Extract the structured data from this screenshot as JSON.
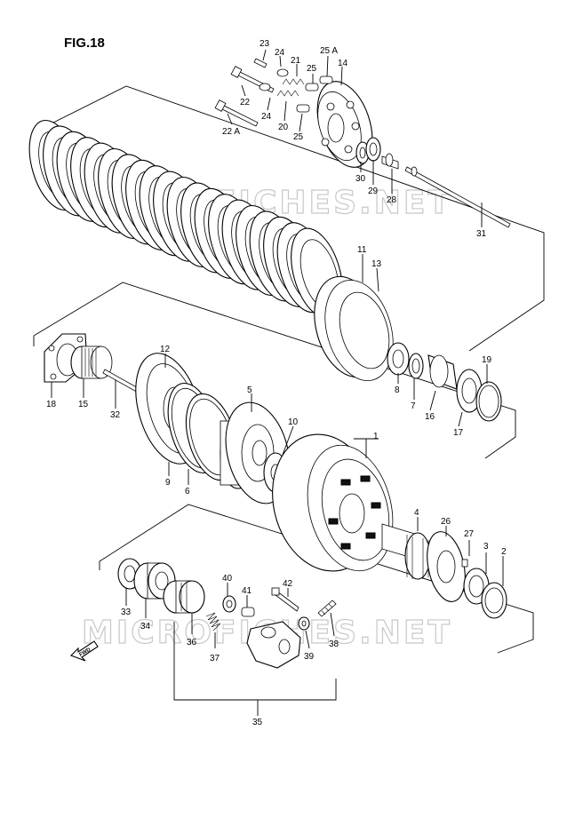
{
  "figure": {
    "title": "FIG.18"
  },
  "watermarks": [
    "MICROFICHES.NET",
    "MICROFICHES.NET"
  ],
  "direction_arrow": {
    "label": "FWD"
  },
  "callouts": {
    "c23": "23",
    "c24a": "24",
    "c21": "21",
    "c25a": "25 A",
    "c14": "14",
    "c25b": "25",
    "c22": "22",
    "c24b": "24",
    "c20": "20",
    "c22a": "22 A",
    "c25c": "25",
    "c30": "30",
    "c29": "29",
    "c28": "28",
    "c31": "31",
    "c11": "11",
    "c13": "13",
    "c12": "12",
    "c19": "19",
    "c8": "8",
    "c7": "7",
    "c16": "16",
    "c17": "17",
    "c18": "18",
    "c15": "15",
    "c32": "32",
    "c5": "5",
    "c10": "10",
    "c9": "9",
    "c6": "6",
    "c1": "1",
    "c4": "4",
    "c26": "26",
    "c27": "27",
    "c3": "3",
    "c2": "2",
    "c40": "40",
    "c41": "41",
    "c42": "42",
    "c33": "33",
    "c34": "34",
    "c36": "36",
    "c37": "37",
    "c39": "39",
    "c38": "38",
    "c35": "35"
  }
}
